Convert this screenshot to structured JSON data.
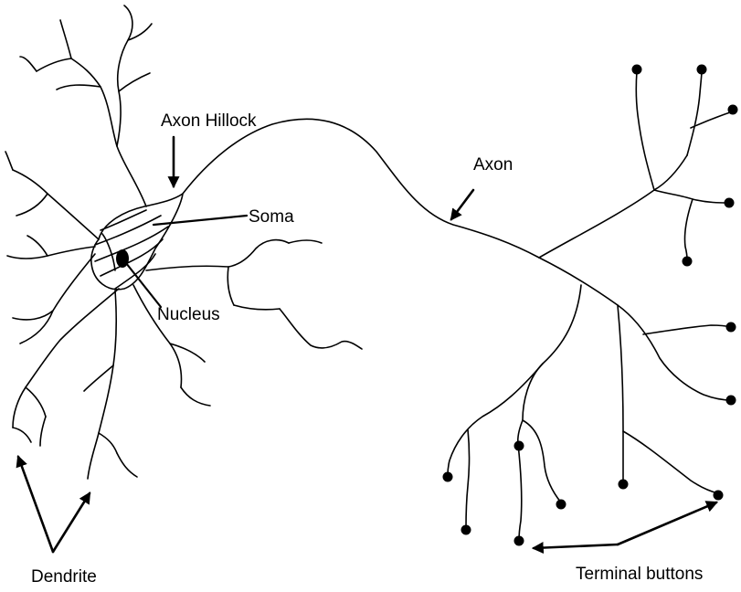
{
  "labels": {
    "axon_hillock": "Axon Hillock",
    "soma": "Soma",
    "nucleus": "Nucleus",
    "axon": "Axon",
    "dendrite": "Dendrite",
    "terminal_buttons": "Terminal buttons"
  },
  "colors": {
    "ink": "#000000",
    "background": "#ffffff"
  }
}
